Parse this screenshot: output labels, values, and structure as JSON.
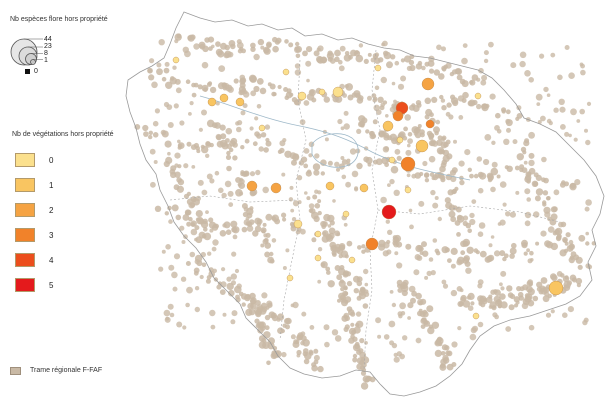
{
  "legend": {
    "size_title": "Nb espèces flore hors propriété",
    "size_values": [
      "44",
      "23",
      "8",
      "1"
    ],
    "size_zero": "0",
    "color_title": "Nb de végétations hors propriété",
    "color_classes": [
      {
        "label": "0",
        "color": "#fbe08d"
      },
      {
        "label": "1",
        "color": "#f9c561"
      },
      {
        "label": "2",
        "color": "#f5a343"
      },
      {
        "label": "3",
        "color": "#f1822a"
      },
      {
        "label": "4",
        "color": "#ec4e1c"
      },
      {
        "label": "5",
        "color": "#e41a1c"
      }
    ],
    "trame_label": "Trame régionale F-FAF",
    "trame_color": "#c9b9a5"
  }
}
